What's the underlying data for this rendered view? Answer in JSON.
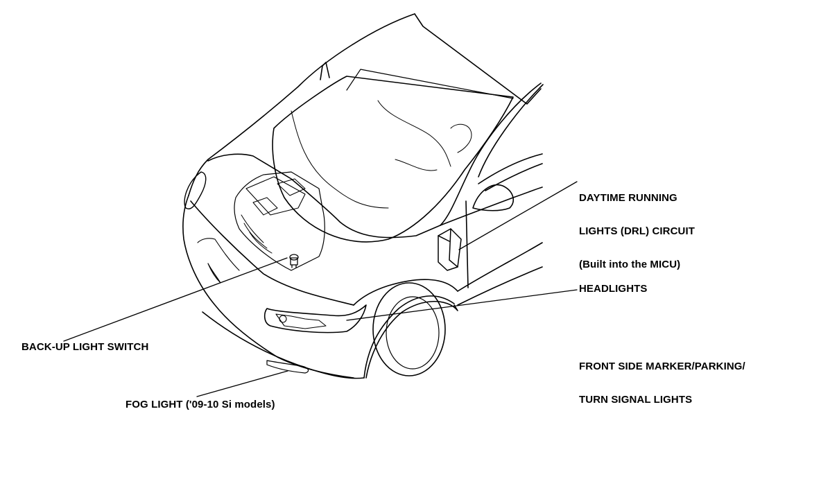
{
  "callouts": {
    "drl": {
      "line1": "DAYTIME RUNNING",
      "line2": "LIGHTS (DRL) CIRCUIT",
      "line3": "(Built into the MICU)"
    },
    "headlights": "HEADLIGHTS",
    "front_side_marker": {
      "line1": "FRONT SIDE MARKER/PARKING/",
      "line2": "TURN SIGNAL LIGHTS"
    },
    "backup_switch": "BACK-UP LIGHT SWITCH",
    "fog_light": "FOG LIGHT ('09-10 Si models)"
  },
  "colors": {
    "ink": "#000000",
    "background": "#ffffff"
  }
}
